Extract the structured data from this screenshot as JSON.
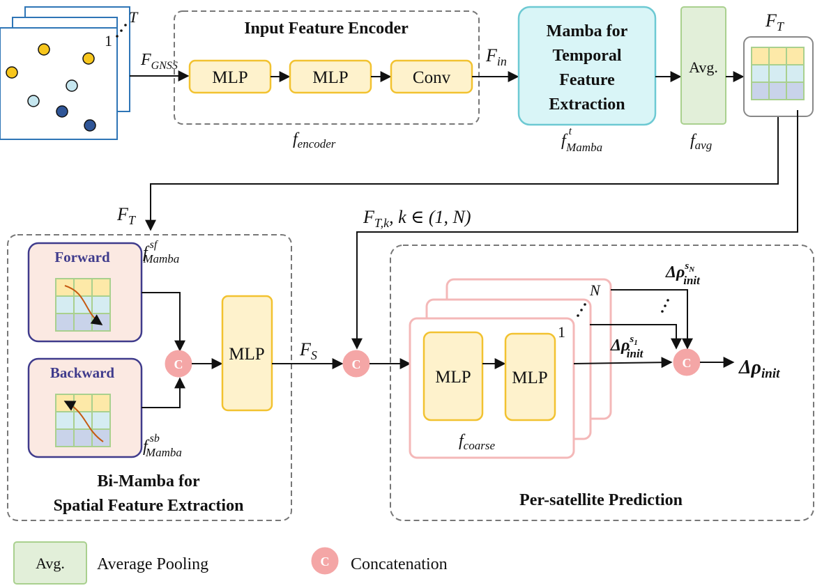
{
  "input": {
    "frame_top_label": "T",
    "frame_first_label": "1",
    "feature_label": "F",
    "feature_sub": "GNSS"
  },
  "encoder": {
    "title": "Input Feature Encoder",
    "blocks": [
      "MLP",
      "MLP",
      "Conv"
    ],
    "func": "f",
    "func_sub": "encoder"
  },
  "f_in": {
    "label": "F",
    "sub": "in"
  },
  "mamba_temporal": {
    "lines": [
      "Mamba for",
      "Temporal",
      "Feature",
      "Extraction"
    ],
    "func": "f",
    "func_sup": "t",
    "func_sub": "Mamba"
  },
  "avg_block": {
    "label": "Avg.",
    "func": "f",
    "func_sub": "avg"
  },
  "f_t_top": {
    "label": "F",
    "sub": "T"
  },
  "f_t_left": {
    "label": "F",
    "sub": "T"
  },
  "f_tk": {
    "label": "F",
    "sub": "T,k",
    "rest": ", k ∈ (1, N)"
  },
  "bimamba": {
    "forward_label": "Forward",
    "backward_label": "Backward",
    "forward_func": "f",
    "forward_sup": "sf",
    "forward_sub": "Mamba",
    "backward_func": "f",
    "backward_sup": "sb",
    "backward_sub": "Mamba",
    "mlp_label": "MLP",
    "concat_symbol": "C",
    "title_line1": "Bi-Mamba for",
    "title_line2": "Spatial Feature Extraction"
  },
  "f_s": {
    "label": "F",
    "sub": "S"
  },
  "per_sat": {
    "concat_symbol": "C",
    "mlp1": "MLP",
    "mlp2": "MLP",
    "stack_last": "N",
    "stack_first": "1",
    "func": "f",
    "func_sub": "coarse",
    "title": "Per-satellite Prediction",
    "delta_sn_base": "Δρ",
    "delta_sn_sup": "s",
    "delta_sn_sup_sub": "N",
    "delta_sn_sub": "init",
    "delta_s1_base": "Δρ",
    "delta_s1_sup": "s",
    "delta_s1_sup_sub": "1",
    "delta_s1_sub": "init",
    "output_base": "Δρ",
    "output_sub": "init"
  },
  "legend": {
    "avg_box": "Avg.",
    "avg_text": "Average Pooling",
    "concat_symbol": "C",
    "concat_text": "Concatenation"
  },
  "colors": {
    "mlp_fill": "#fef2cc",
    "mlp_stroke": "#f2c230",
    "mamba_fill": "#d9f5f7",
    "mamba_stroke": "#6dc9d3",
    "avg_fill": "#e2efd9",
    "avg_stroke": "#a9d08e",
    "concat_fill": "#f4a6a6",
    "bimamba_fill": "#fbe9e2",
    "bimamba_stroke": "#3f3b8c",
    "satellite_stroke": "#f4b8b8",
    "dot_yellow": "#f7c61d",
    "dot_light": "#c5e6ef",
    "dot_dark": "#2f5597",
    "frame_stroke": "#2e75b6"
  }
}
